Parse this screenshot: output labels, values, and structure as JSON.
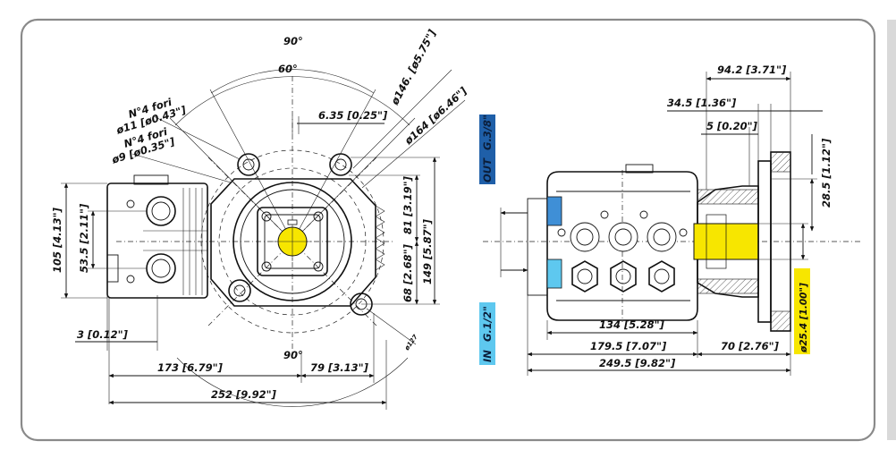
{
  "colors": {
    "frame": "#8a8a8a",
    "out_badge": "#1f5fa8",
    "in_badge": "#5ec8ef",
    "highlight": "#f7e600",
    "blue_fill": "#3f8fd6"
  },
  "front_view": {
    "angle_top_outer": "90°",
    "angle_top_inner": "60°",
    "angle_bottom": "90°",
    "holes_11": {
      "line1": "N°4 fori",
      "line2": "ø11 [ø0.43\"]"
    },
    "holes_9": {
      "line1": "N°4 fori",
      "line2": "ø9 [ø0.35\"]"
    },
    "dim_6_35": "6.35 [0.25\"]",
    "dim_146": "ø146. [ø5.75\"]",
    "dim_164": "ø164 [ø6.46\"]",
    "dim_105": "105 [4.13\"]",
    "dim_53_5": "53.5 [2.11\"]",
    "dim_81": "81 [3.19\"]",
    "dim_149": "149 [5.87\"]",
    "dim_68": "68 [2.68\"]",
    "dim_3": "3 [0.12\"]",
    "dim_173": "173 [6.79\"]",
    "dim_79": "79 [3.13\"]",
    "dim_252": "252 [9.92\"]",
    "dim_small": "ø127"
  },
  "side_view": {
    "out_label": "OUT",
    "out_thread": "G.3/8\"",
    "in_label": "IN",
    "in_thread": "G.1/2\"",
    "dim_94_2": "94.2 [3.71\"]",
    "dim_34_5": "34.5 [1.36\"]",
    "dim_5": "5 [0.20\"]",
    "dim_28_5": "28.5 [1.12\"]",
    "dim_25_4": "ø25.4 [1.00\"]",
    "dim_134": "134 [5.28\"]",
    "dim_179_5": "179.5 [7.07\"]",
    "dim_70": "70 [2.76\"]",
    "dim_249_5": "249.5 [9.82\"]"
  }
}
